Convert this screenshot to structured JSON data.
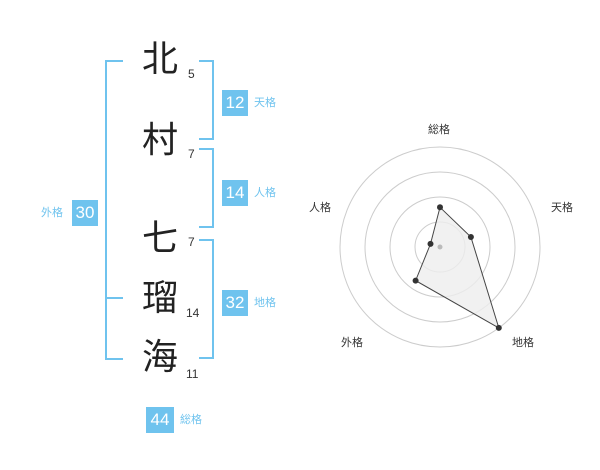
{
  "name_chars": [
    {
      "char": "北",
      "strokes": "5"
    },
    {
      "char": "村",
      "strokes": "7"
    },
    {
      "char": "七",
      "strokes": "7"
    },
    {
      "char": "瑠",
      "strokes": "14"
    },
    {
      "char": "海",
      "strokes": "11"
    }
  ],
  "kakusu": {
    "tenkaku": {
      "value": "12",
      "label": "天格"
    },
    "jinkaku": {
      "value": "14",
      "label": "人格"
    },
    "chikaku": {
      "value": "32",
      "label": "地格"
    },
    "gaikaku": {
      "value": "30",
      "label": "外格"
    },
    "soukaku": {
      "value": "44",
      "label": "総格"
    }
  },
  "radar": {
    "axis_labels": {
      "soukaku": "総格",
      "tenkaku": "天格",
      "chikaku": "地格",
      "gaikaku": "外格",
      "jinkaku": "人格"
    },
    "values_fraction": {
      "soukaku": 0.33,
      "tenkaku": 0.25,
      "chikaku": 1.0,
      "gaikaku": 0.35,
      "jinkaku": 0.0
    },
    "rings": 4
  },
  "colors": {
    "accent": "#6fc3ee",
    "ring": "#cccccc",
    "fill": "#eeeeee",
    "point": "#333333"
  }
}
